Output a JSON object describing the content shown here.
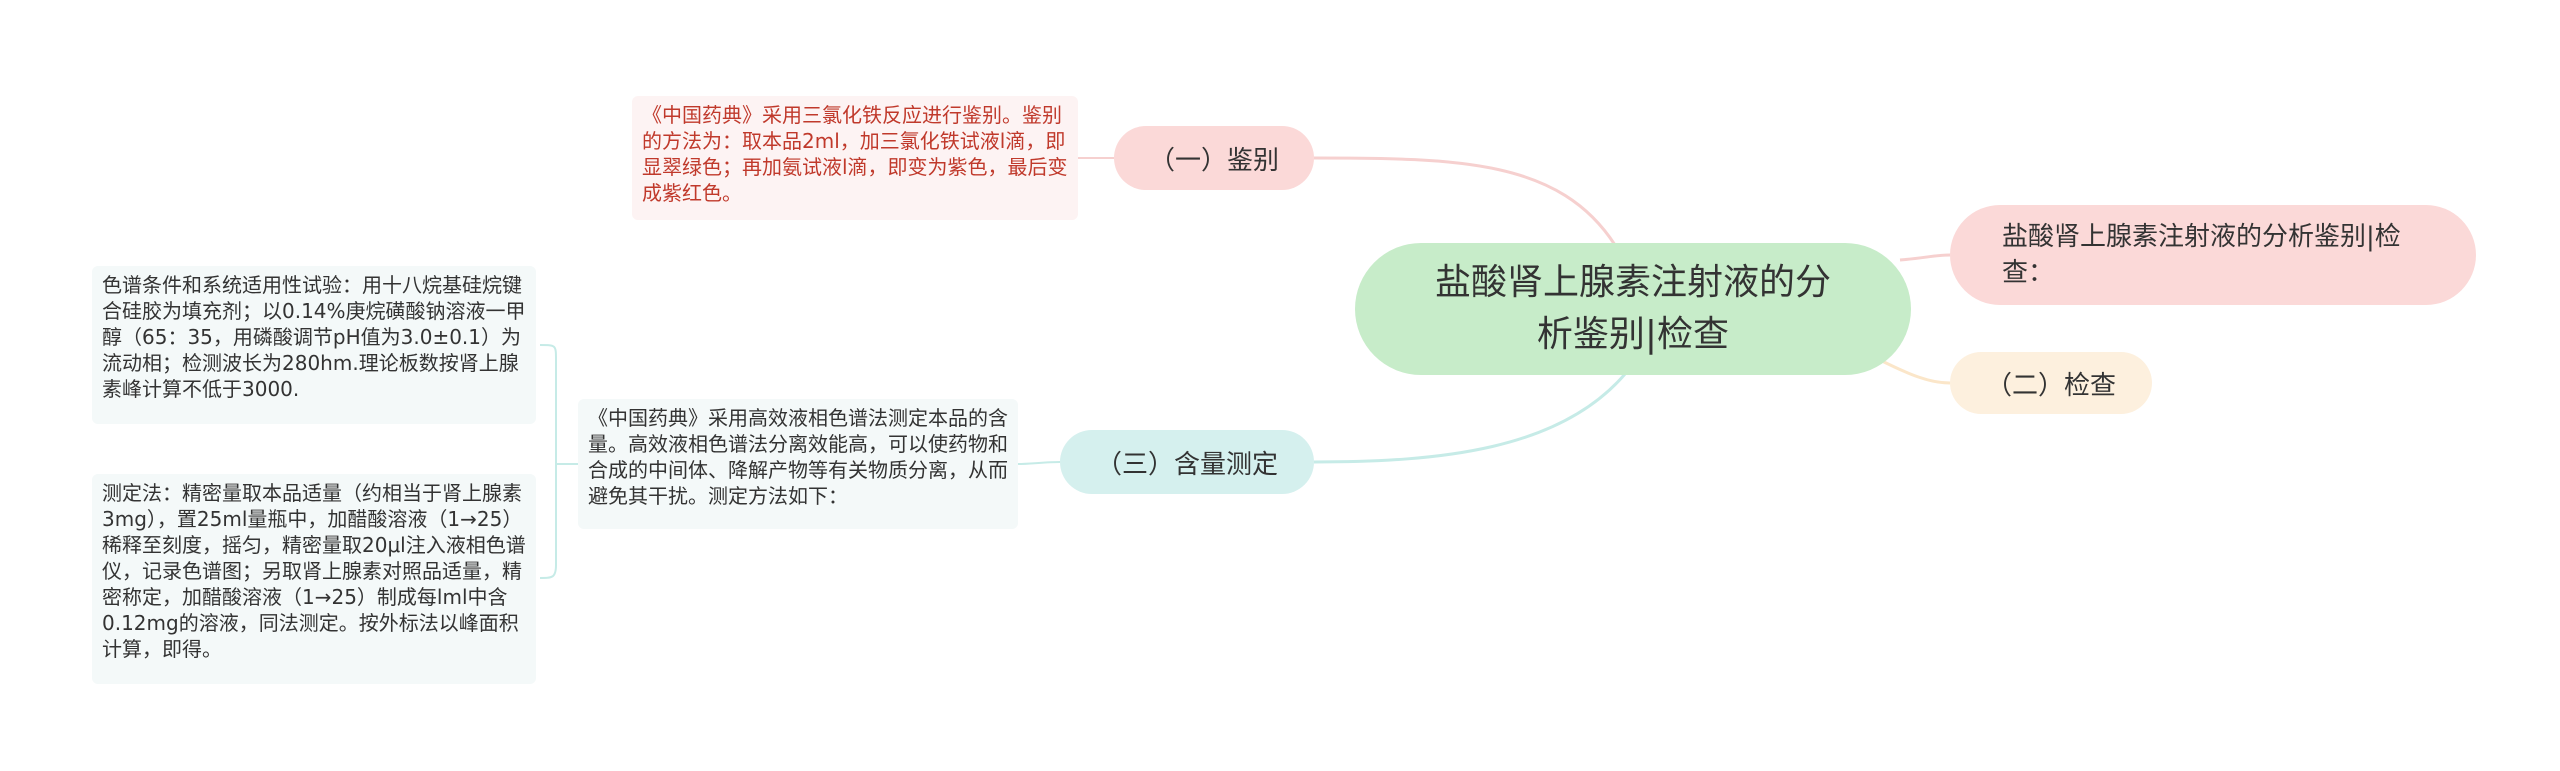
{
  "center": {
    "title": "盐酸肾上腺素注射液的分析鉴别|检查"
  },
  "branches": {
    "jianbie": "（一）鉴别",
    "jiancha": "（二）检查",
    "hanliang": "（三）含量测定",
    "right_topic": "盐酸肾上腺素注射液的分析鉴别|检查："
  },
  "notes": {
    "jianbie_note": "《中国药典》采用三氯化铁反应进行鉴别。鉴别的方法为：取本品2ml，加三氯化铁试液l滴，即显翠绿色；再加氨试液l滴，即变为紫色，最后变成紫红色。",
    "hanliang_note": "《中国药典》采用高效液相色谱法测定本品的含量。高效液相色谱法分离效能高，可以使药物和合成的中间体、降解产物等有关物质分离，从而避免其干扰。测定方法如下：",
    "chrom_conditions": "色谱条件和系统适用性试验：用十八烷基硅烷键合硅胶为填充剂；以0.14%庚烷磺酸钠溶液一甲醇（65：35，用磷酸调节pH值为3.0±0.1）为流动相；检测波长为280hm.理论板数按肾上腺素峰计算不低于3000.",
    "assay_method": "测定法：精密量取本品适量（约相当于肾上腺素3mg），置25ml量瓶中，加醋酸溶液（1→25）稀释至刻度，摇匀，精密量取20μl注入液相色谱仪，记录色谱图；另取肾上腺素对照品适量，精密称定，加醋酸溶液（1→25）制成每lml中含0.12mg的溶液，同法测定。按外标法以峰面积计算，即得。"
  },
  "colors": {
    "center_fill": "#c7ecc9",
    "pink_fill": "#fbd9d8",
    "peach_fill": "#fdf0de",
    "teal_fill": "#d5f0ee",
    "note_red_text": "#c0392b"
  }
}
